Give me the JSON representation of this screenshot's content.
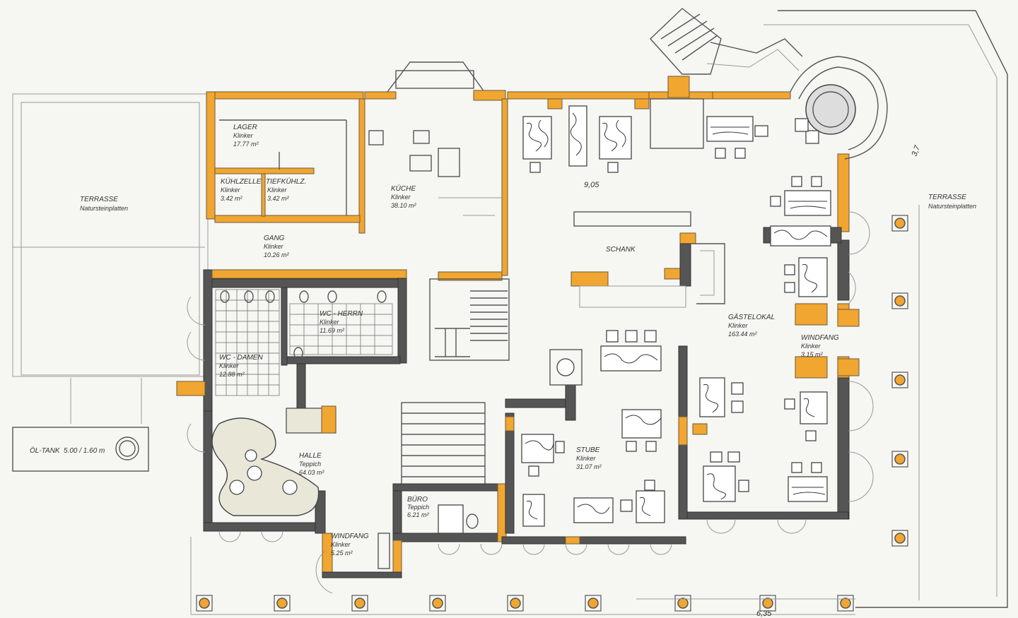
{
  "colors": {
    "paper": "#f6f6f2",
    "wall_orange": "#f0a630",
    "wall_gray": "#555555",
    "line": "#555555"
  },
  "rooms": {
    "terrasse_west": {
      "name": "TERRASSE",
      "floor": "Natursteinplatten"
    },
    "terrasse_east": {
      "name": "TERRASSE",
      "floor": "Natursteinplatten"
    },
    "lager": {
      "name": "LAGER",
      "floor": "Klinker",
      "area": "17.77 m²"
    },
    "kuehlzelle": {
      "name": "KÜHLZELLE",
      "floor": "Klinker",
      "area": "3.42 m²"
    },
    "tiefkuehl": {
      "name": "TIEFKÜHLZ.",
      "floor": "Klinker",
      "area": "3.42 m²"
    },
    "gang": {
      "name": "GANG",
      "floor": "Klinker",
      "area": "10.26 m²"
    },
    "kueche": {
      "name": "KÜCHE",
      "floor": "Klinker",
      "area": "38.10 m²"
    },
    "schank": {
      "name": "SCHANK"
    },
    "gastelokal": {
      "name": "GÄSTELOKAL",
      "floor": "Klinker",
      "area": "163.44 m²"
    },
    "windfang_east": {
      "name": "WINDFANG",
      "floor": "Klinker",
      "area": "3.15 m²"
    },
    "wc_herren": {
      "name": "WC - HERRN",
      "floor": "Klinker",
      "area": "11.69 m²"
    },
    "wc_damen": {
      "name": "WC - DAMEN",
      "floor": "Klinker",
      "area": "12.88 m²"
    },
    "halle": {
      "name": "HALLE",
      "floor": "Teppich",
      "area": "64.03 m²"
    },
    "buero": {
      "name": "BÜRO",
      "floor": "Teppich",
      "area": "6.21 m²"
    },
    "stube": {
      "name": "STUBE",
      "floor": "Klinker",
      "area": "31.07 m²"
    },
    "windfang_south": {
      "name": "WINDFANG",
      "floor": "Klinker",
      "area": "5.25 m²"
    }
  },
  "annotations": {
    "oeltank": "ÖL-TANK",
    "oeltank_size": "5.00 / 1.60 m",
    "dim_top": "9,05",
    "dim_right": "3,7",
    "dim_bottom": "6,35"
  }
}
